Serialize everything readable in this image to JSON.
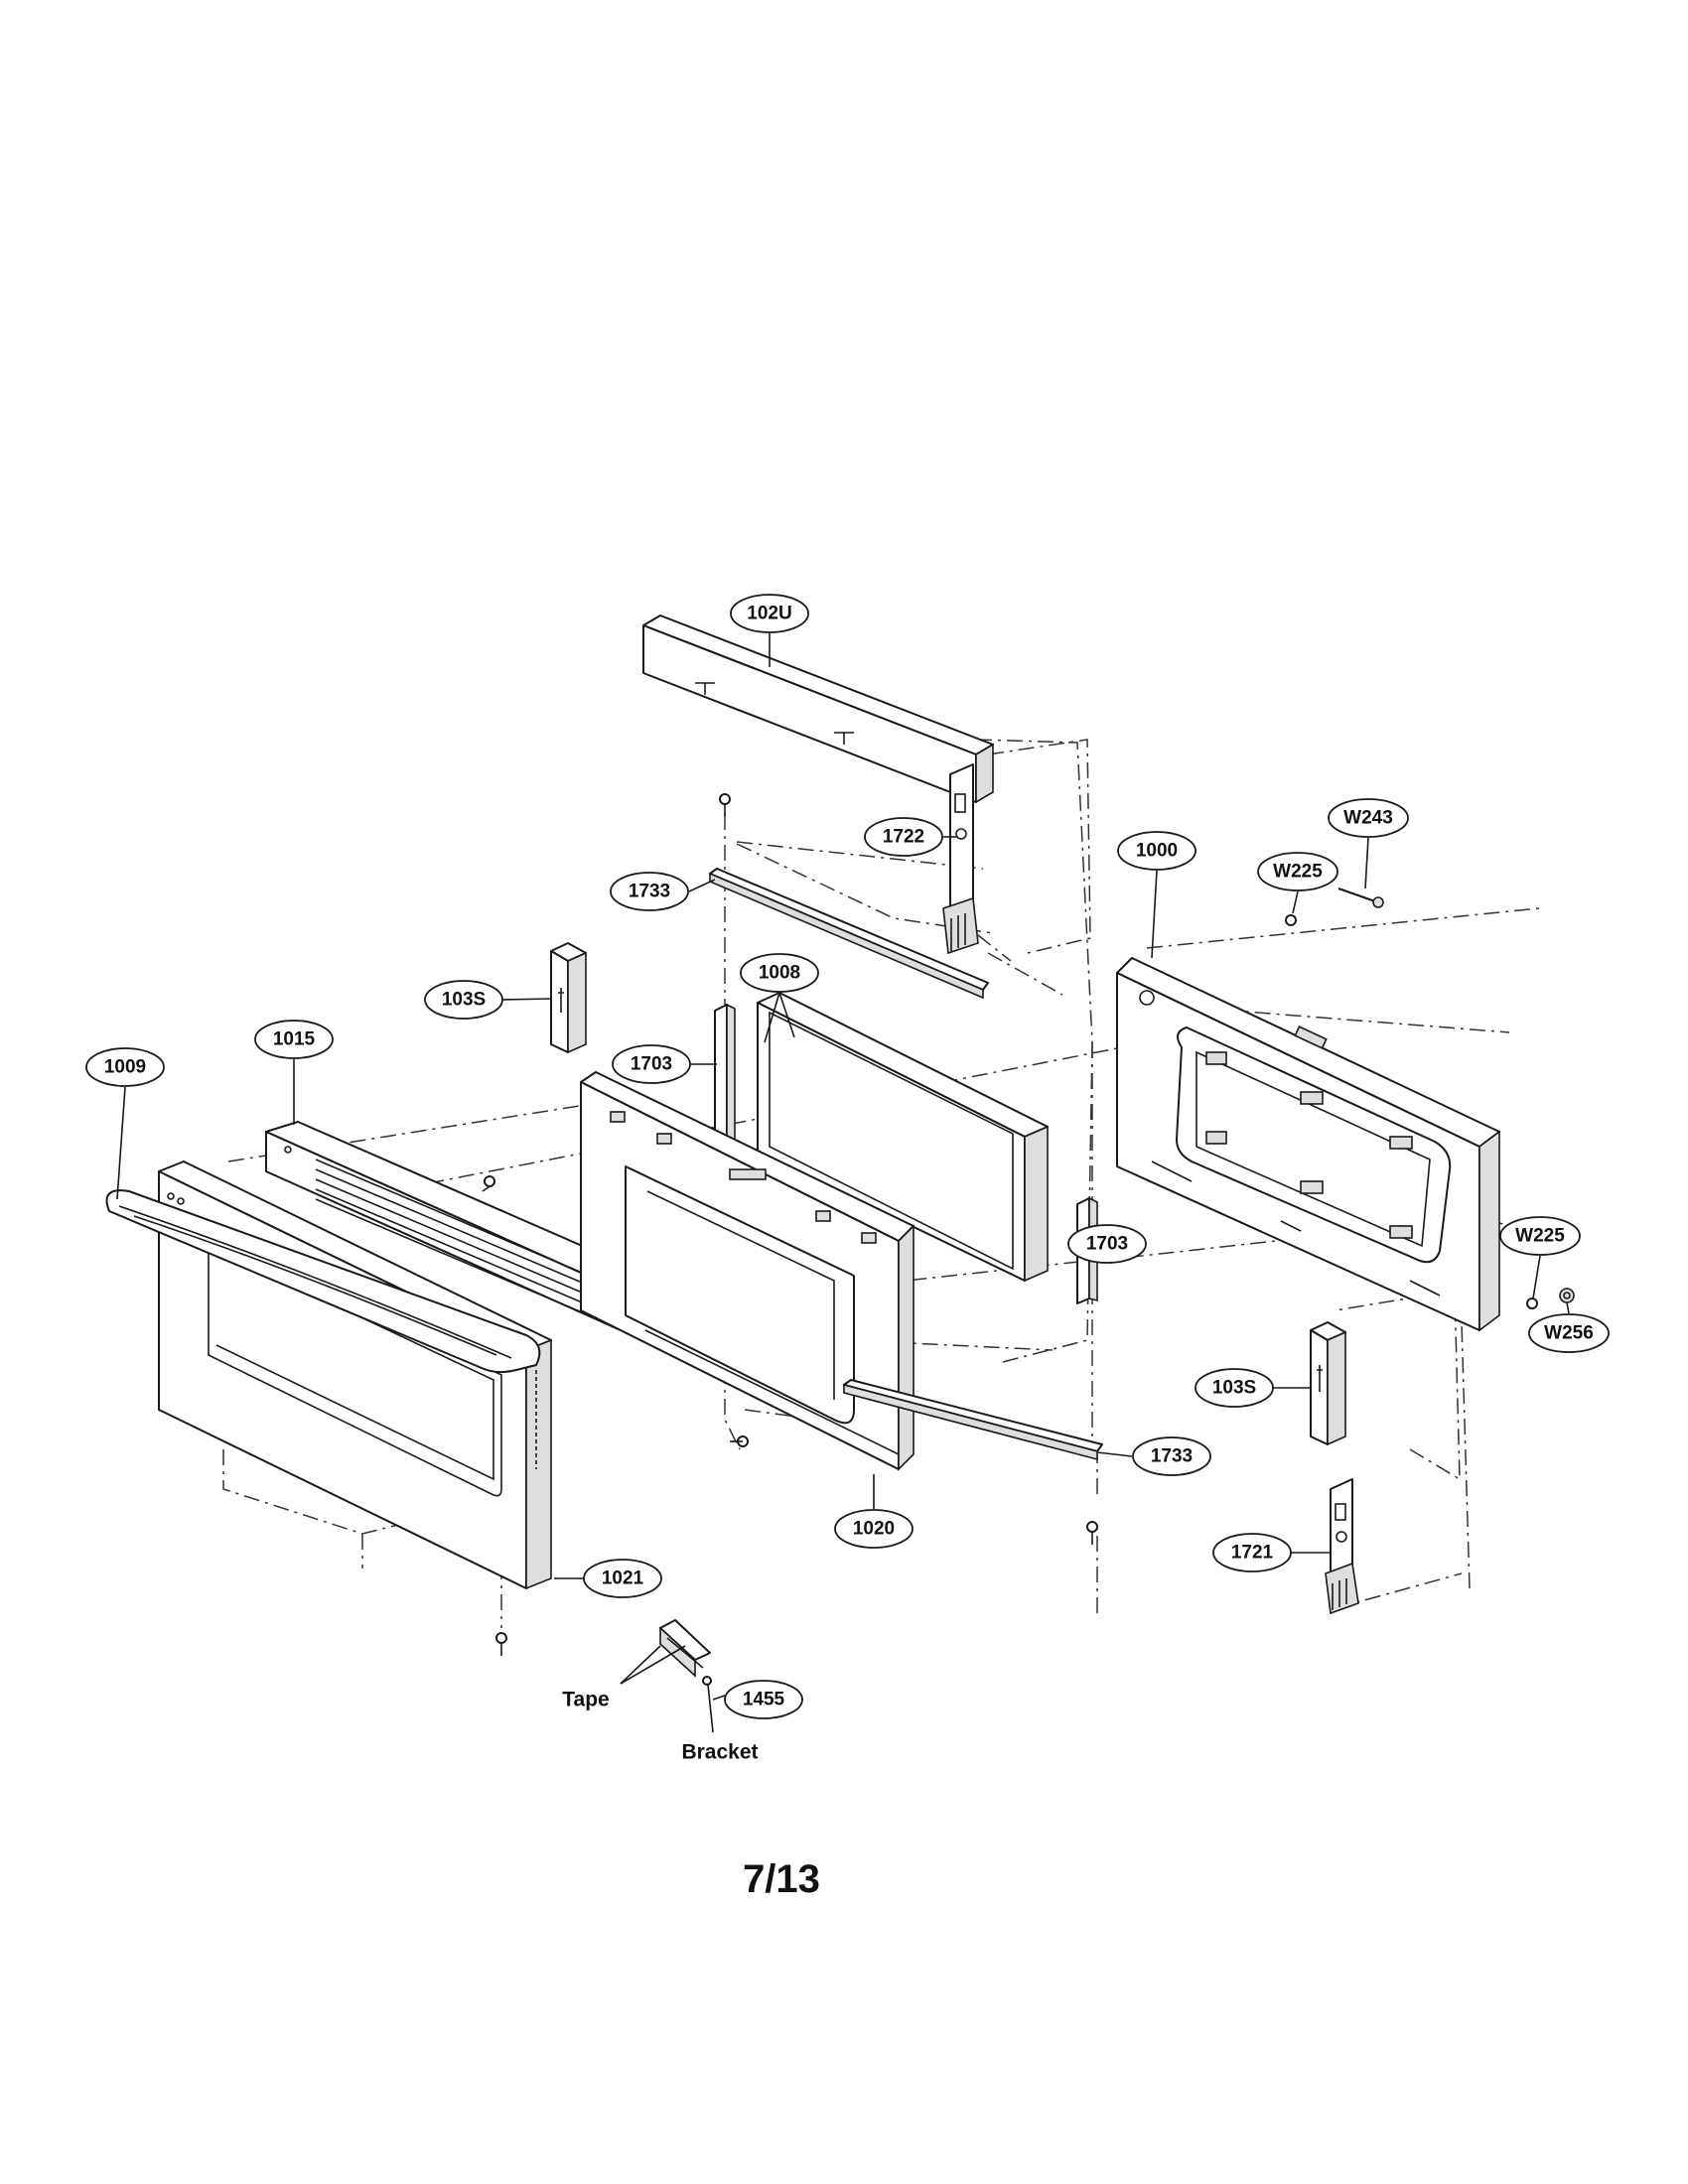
{
  "callouts": {
    "c_102U": "102U",
    "c_1722": "1722",
    "c_W243": "W243",
    "c_1000": "1000",
    "c_W225_top": "W225",
    "c_1733_top": "1733",
    "c_1008": "1008",
    "c_103S_left": "103S",
    "c_1703_left": "1703",
    "c_1015": "1015",
    "c_1009": "1009",
    "c_1703_right": "1703",
    "c_W225_right": "W225",
    "c_W256": "W256",
    "c_103S_right": "103S",
    "c_1733_bottom": "1733",
    "c_1020": "1020",
    "c_1721": "1721",
    "c_1021": "1021",
    "c_1455": "1455"
  },
  "labels": {
    "tape": "Tape",
    "bracket": "Bracket"
  },
  "page_number": "7/13"
}
